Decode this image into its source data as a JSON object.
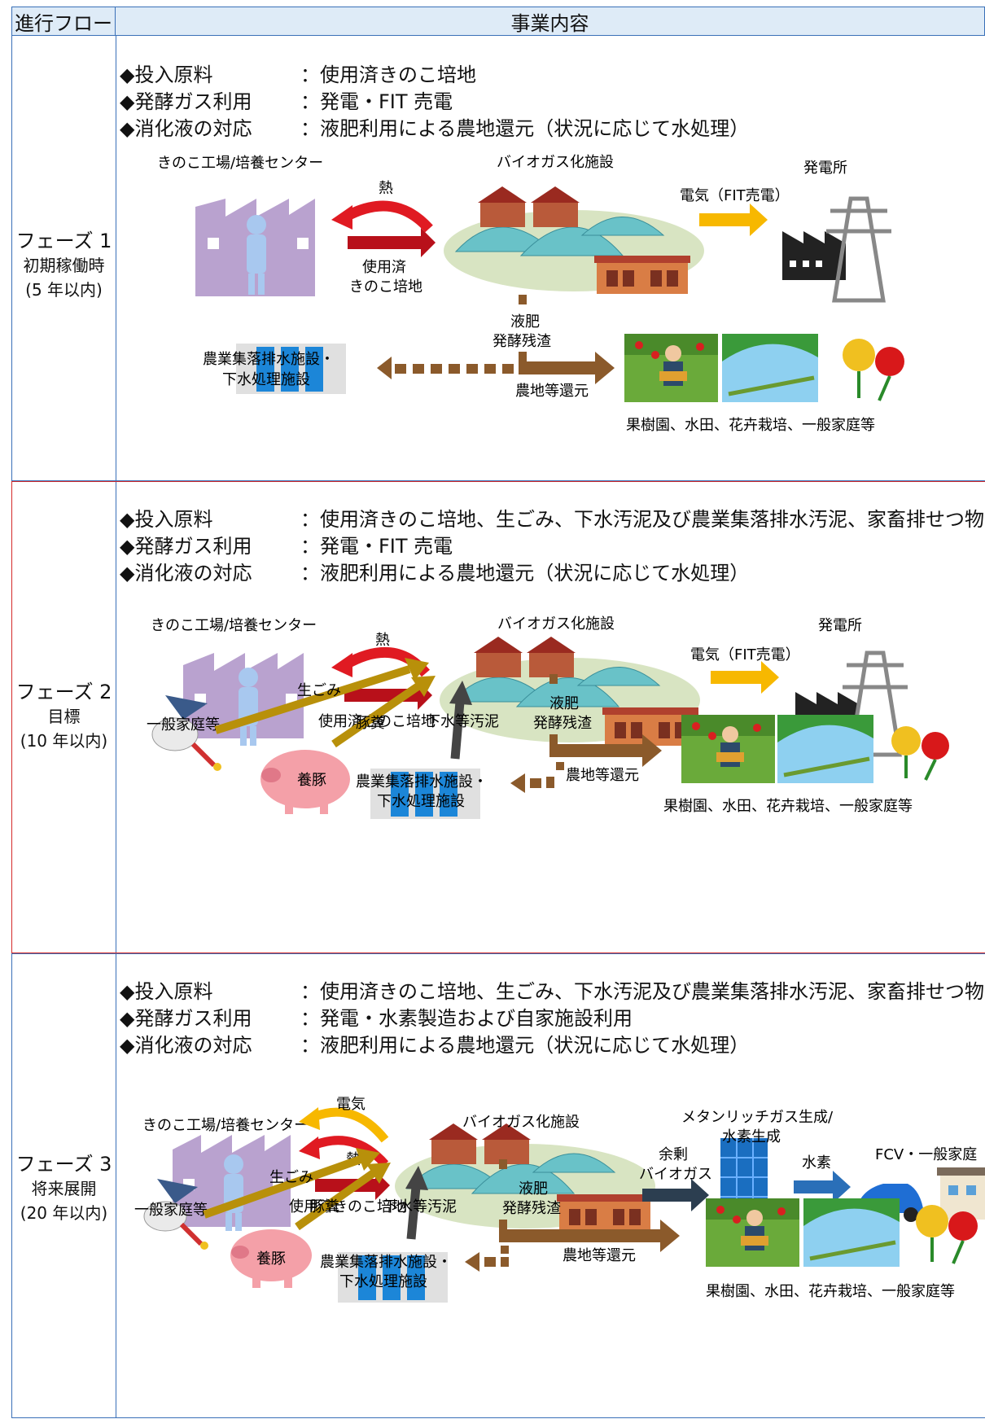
{
  "header": {
    "flow": "進行フロー",
    "content": "事業内容"
  },
  "phases": [
    {
      "name": "フェーズ 1",
      "sub1": "初期稼働時",
      "sub2": "(5 年以内)",
      "rows": [
        {
          "label": "◆投入原料",
          "value": "：使用済きのこ培地"
        },
        {
          "label": "◆発酵ガス利用",
          "value": "：発電・FIT 売電"
        },
        {
          "label": "◆消化液の対応",
          "value": "：液肥利用による農地還元（状況に応じて水処理）"
        }
      ],
      "diagram": {
        "factory": "きのこ工場/培養センター",
        "heat": "熱",
        "substrate1": "使用済",
        "substrate2": "きのこ培地",
        "biogas": "バイオガス化施設",
        "power_plant": "発電所",
        "electricity": "電気（FIT売電）",
        "fertilizer": "液肥",
        "residue": "発酵残渣",
        "return": "農地等還元",
        "water1": "農業集落排水施設・",
        "water2": "下水処理施設",
        "fields": "果樹園、水田、花卉栽培、一般家庭等"
      }
    },
    {
      "name": "フェーズ 2",
      "sub1": "目標",
      "sub2": "(10 年以内)",
      "rows": [
        {
          "label": "◆投入原料",
          "value": "：使用済きのこ培地、生ごみ、下水汚泥及び農業集落排水汚泥、家畜排せつ物"
        },
        {
          "label": "◆発酵ガス利用",
          "value": "：発電・FIT 売電"
        },
        {
          "label": "◆消化液の対応",
          "value": "：液肥利用による農地還元（状況に応じて水処理）"
        }
      ],
      "diagram": {
        "factory": "きのこ工場/培養センター",
        "heat": "熱",
        "substrate": "使用済きのこ培地",
        "biogas": "バイオガス化施設",
        "power_plant": "発電所",
        "electricity": "電気（FIT売電）",
        "household": "一般家庭等",
        "food_waste": "生ごみ",
        "manure": "豚糞",
        "pig": "養豚",
        "sewage": "下水等汚泥",
        "fertilizer": "液肥",
        "residue": "発酵残渣",
        "return": "農地等還元",
        "water1": "農業集落排水施設・",
        "water2": "下水処理施設",
        "fields": "果樹園、水田、花卉栽培、一般家庭等"
      }
    },
    {
      "name": "フェーズ 3",
      "sub1": "将来展開",
      "sub2": "(20 年以内)",
      "rows": [
        {
          "label": "◆投入原料",
          "value": "：使用済きのこ培地、生ごみ、下水汚泥及び農業集落排水汚泥、家畜排せつ物"
        },
        {
          "label": "◆発酵ガス利用",
          "value": "：発電・水素製造および自家施設利用"
        },
        {
          "label": "◆消化液の対応",
          "value": "：液肥利用による農地還元（状況に応じて水処理）"
        }
      ],
      "diagram": {
        "factory": "きのこ工場/培養センター",
        "electricity": "電気",
        "heat": "熱",
        "substrate": "使用済きのこ培地",
        "biogas": "バイオガス化施設",
        "methane1": "メタンリッチガス生成/",
        "methane2": "水素生成",
        "surplus1": "余剰",
        "surplus2": "バイオガス",
        "hydrogen": "水素",
        "fcv": "FCV・一般家庭",
        "household": "一般家庭等",
        "food_waste": "生ごみ",
        "manure": "豚糞",
        "pig": "養豚",
        "sewage": "下水等汚泥",
        "fertilizer": "液肥",
        "residue": "発酵残渣",
        "return": "農地等還元",
        "water1": "農業集落排水施設・",
        "water2": "下水処理施設",
        "fields": "果樹園、水田、花卉栽培、一般家庭等"
      }
    }
  ]
}
